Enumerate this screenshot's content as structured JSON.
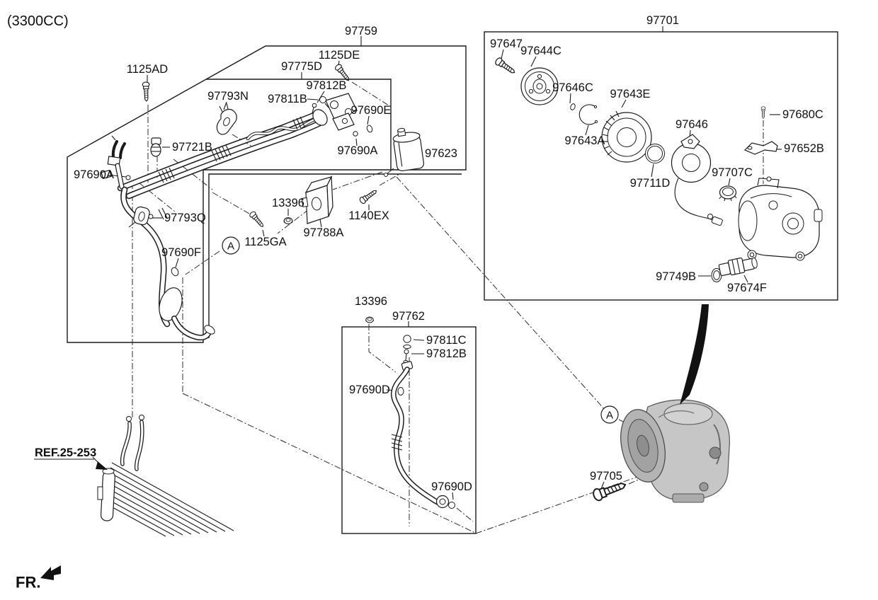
{
  "engine_variant": "(3300CC)",
  "front_marker": "FR.",
  "condenser_reference": "REF.25-253",
  "view_markers": {
    "left": "A",
    "compressor": "A"
  },
  "callouts": [
    {
      "part_no": "97759",
      "name": "tube-assembly-group"
    },
    {
      "part_no": "1125AD",
      "name": "bolt"
    },
    {
      "part_no": "1125DE",
      "name": "bolt"
    },
    {
      "part_no": "97775D",
      "name": "discharge-liquid-tube"
    },
    {
      "part_no": "97812B",
      "name": "stud"
    },
    {
      "part_no": "97811B",
      "name": "o-ring"
    },
    {
      "part_no": "97793N",
      "name": "clamp"
    },
    {
      "part_no": "97690E",
      "name": "o-ring"
    },
    {
      "part_no": "97690A",
      "name": "o-ring"
    },
    {
      "part_no": "97623",
      "name": "canister"
    },
    {
      "part_no": "97721B",
      "name": "grommet"
    },
    {
      "part_no": "97690A",
      "name": "o-ring"
    },
    {
      "part_no": "97793Q",
      "name": "clamp"
    },
    {
      "part_no": "97690F",
      "name": "o-ring"
    },
    {
      "part_no": "13396",
      "name": "nut"
    },
    {
      "part_no": "1125GA",
      "name": "bolt"
    },
    {
      "part_no": "97788A",
      "name": "expansion-valve"
    },
    {
      "part_no": "1140EX",
      "name": "bolt"
    },
    {
      "part_no": "13396",
      "name": "nut"
    },
    {
      "part_no": "97762",
      "name": "suction-hose-group"
    },
    {
      "part_no": "97811C",
      "name": "bolt"
    },
    {
      "part_no": "97812B",
      "name": "stud"
    },
    {
      "part_no": "97690D",
      "name": "o-ring"
    },
    {
      "part_no": "97690D",
      "name": "o-ring"
    },
    {
      "part_no": "97701",
      "name": "compressor-group"
    },
    {
      "part_no": "97647",
      "name": "bolt"
    },
    {
      "part_no": "97644C",
      "name": "clutch-disc-hub"
    },
    {
      "part_no": "97646C",
      "name": "snap-ring"
    },
    {
      "part_no": "97643E",
      "name": "pulley"
    },
    {
      "part_no": "97643A",
      "name": "snap-ring"
    },
    {
      "part_no": "97711D",
      "name": "o-ring"
    },
    {
      "part_no": "97646",
      "name": "field-coil"
    },
    {
      "part_no": "97680C",
      "name": "bolt"
    },
    {
      "part_no": "97652B",
      "name": "bracket"
    },
    {
      "part_no": "97707C",
      "name": "cap"
    },
    {
      "part_no": "97749B",
      "name": "o-ring"
    },
    {
      "part_no": "97674F",
      "name": "control-valve"
    },
    {
      "part_no": "97705",
      "name": "bolt"
    }
  ]
}
